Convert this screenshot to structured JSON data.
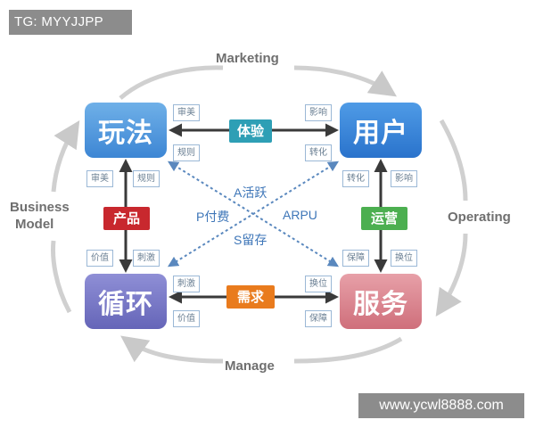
{
  "tag_label": "TG: MYYJJPP",
  "watermark_label": "www.ycwl8888.com",
  "nodes": {
    "play": "玩法",
    "user": "用户",
    "loop": "循环",
    "service": "服务"
  },
  "links": {
    "experience": "体验",
    "need": "需求",
    "product": "产品",
    "operations": "运营"
  },
  "chips": {
    "play_top": "审美",
    "play_bottom": "规则",
    "play_below_left": "审美",
    "play_below_right": "规则",
    "user_top": "影响",
    "user_bottom": "转化",
    "user_below_left": "转化",
    "user_below_right": "影响",
    "loop_above_left": "价值",
    "loop_above_right": "刺激",
    "loop_top": "刺激",
    "loop_bottom": "价值",
    "service_above_left": "保障",
    "service_above_right": "换位",
    "service_top": "换位",
    "service_bottom": "保障"
  },
  "center": {
    "active": "A活跃",
    "paying": "P付费",
    "arpu": "ARPU",
    "retention": "S留存"
  },
  "outer": {
    "marketing": "Marketing",
    "operating": "Operating",
    "manage": "Manage",
    "business_model_line1": "Business",
    "business_model_line2": "Model"
  },
  "colors": {
    "play_box": "#4f95dd",
    "user_box": "#3a83d6",
    "loop_box": "#7676c4",
    "service_box": "#dc8590",
    "experience_label": "#2e9fb5",
    "need_label": "#e97b1d",
    "product_label": "#c8282e",
    "operations_label": "#4caf50"
  }
}
